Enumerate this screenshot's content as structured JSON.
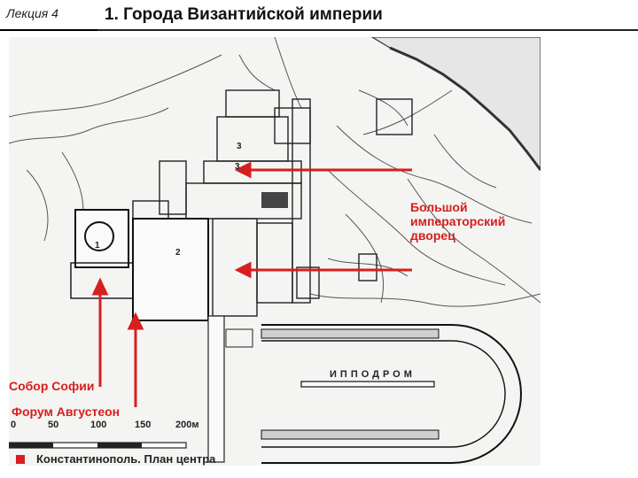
{
  "header": {
    "lecture": "Лекция 4",
    "title": "1. Города Византийской империи"
  },
  "labels": {
    "palace_line1": "Большой",
    "palace_line2": "императорский",
    "palace_line3": "дворец",
    "sophia": "Собор Софии",
    "augusteon": "Форум Августеон",
    "hippodrome": "ИППОДРОМ"
  },
  "plan_numbers": [
    "1",
    "2",
    "3",
    "3"
  ],
  "scale": [
    "0",
    "50",
    "100",
    "150",
    "200м"
  ],
  "caption": "Константинополь. План центра",
  "colors": {
    "accent": "#d81e1e",
    "ink": "#222222"
  }
}
